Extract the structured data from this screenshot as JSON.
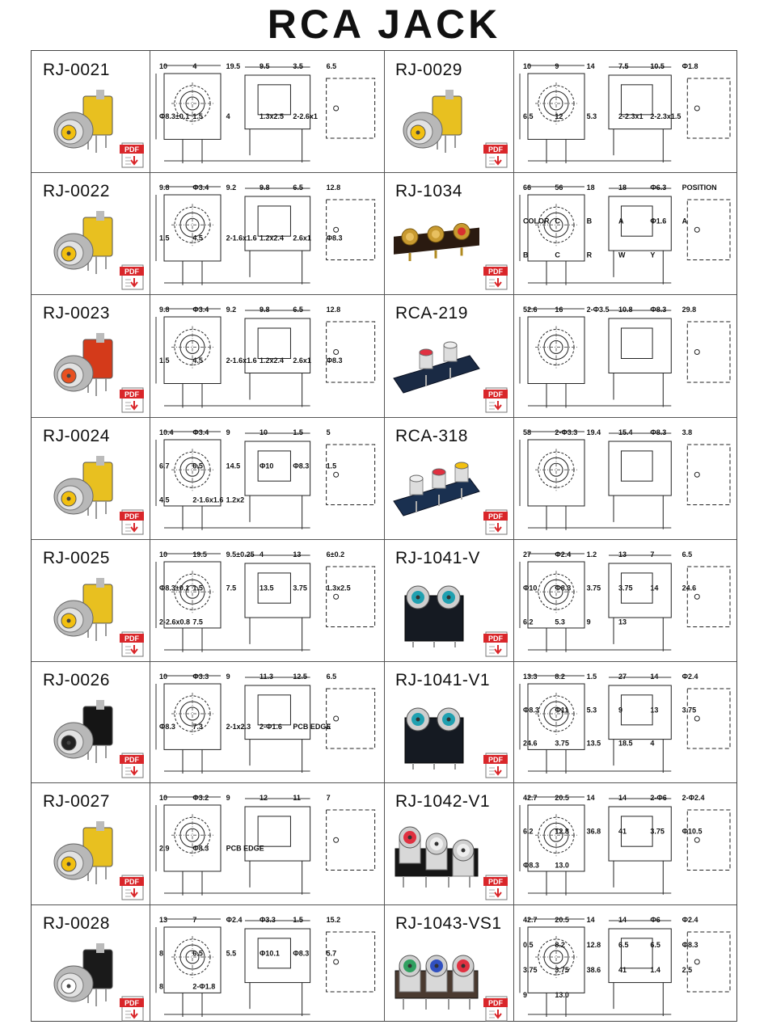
{
  "page": {
    "title": "RCA JACK"
  },
  "pdf_icon": {
    "label": "PDF",
    "color": "#d9262a"
  },
  "products": [
    {
      "model": "RJ-0021",
      "body_color": "#e8c020",
      "insulator_color": "#f2c010",
      "type": "single-pcb"
    },
    {
      "model": "RJ-0029",
      "body_color": "#e8c020",
      "insulator_color": "#f2c010",
      "type": "single-pcb"
    },
    {
      "model": "RJ-0022",
      "body_color": "#e8c020",
      "insulator_color": "#f2c010",
      "type": "single-pcb"
    },
    {
      "model": "RJ-1034",
      "body_color": "#2a1a10",
      "insulator_color": "#c8a030",
      "type": "triple-strip"
    },
    {
      "model": "RJ-0023",
      "body_color": "#d43a1a",
      "insulator_color": "#e85020",
      "type": "single-pcb"
    },
    {
      "model": "RCA-219",
      "body_color": "#1a2a44",
      "insulator_color": "#e03040",
      "type": "dual-plate"
    },
    {
      "model": "RJ-0024",
      "body_color": "#e8c020",
      "insulator_color": "#f2c010",
      "type": "single-pcb"
    },
    {
      "model": "RCA-318",
      "body_color": "#1a3050",
      "insulator_color": "#e03040",
      "type": "triple-plate"
    },
    {
      "model": "RJ-0025",
      "body_color": "#e8c020",
      "insulator_color": "#f2c010",
      "type": "single-pcb"
    },
    {
      "model": "RJ-1041-V",
      "body_color": "#151a22",
      "insulator_color": "#20a0b0",
      "type": "dual-block"
    },
    {
      "model": "RJ-0026",
      "body_color": "#151515",
      "insulator_color": "#222222",
      "type": "single-pcb"
    },
    {
      "model": "RJ-1041-V1",
      "body_color": "#151a22",
      "insulator_color": "#20a0b0",
      "type": "dual-block"
    },
    {
      "model": "RJ-0027",
      "body_color": "#e8c020",
      "insulator_color": "#f2c010",
      "type": "single-pcb"
    },
    {
      "model": "RJ-1042-V1",
      "body_color": "#151515",
      "insulator_color": "#e03040",
      "type": "triple-block"
    },
    {
      "model": "RJ-0028",
      "body_color": "#1a1a1a",
      "insulator_color": "#ffffff",
      "type": "single-pcb"
    },
    {
      "model": "RJ-1043-VS1",
      "body_color": "#4a3a30",
      "insulator_color": "#30a060",
      "type": "triple-block"
    }
  ],
  "drawing_labels": [
    [
      "10",
      "4",
      "19.5",
      "9.5",
      "3.5",
      "6.5",
      "Φ8.3±0.1",
      "1.5",
      "4",
      "1.3x2.5",
      "2-2.6x1"
    ],
    [
      "10",
      "9",
      "14",
      "7.5",
      "10.5",
      "Φ1.8",
      "6.5",
      "12",
      "5.3",
      "2-2.3x1",
      "2-2.3x1.5"
    ],
    [
      "9.8",
      "Φ3.4",
      "9.2",
      "9.8",
      "6.5",
      "12.8",
      "1.5",
      "4.5",
      "2-1.6x1.6",
      "1.2x2.4",
      "2.6x1",
      "Φ8.3"
    ],
    [
      "66",
      "56",
      "18",
      "18",
      "Φ6.3",
      "POSITION",
      "COLOR",
      "C",
      "B",
      "A",
      "Φ1.6",
      "A",
      "B",
      "C",
      "R",
      "W",
      "Y"
    ],
    [
      "9.8",
      "Φ3.4",
      "9.2",
      "9.8",
      "6.5",
      "12.8",
      "1.5",
      "4.5",
      "2-1.6x1.6",
      "1.2x2.4",
      "2.6x1",
      "Φ8.3"
    ],
    [
      "52.6",
      "16",
      "2-Φ3.5",
      "10.8",
      "Φ8.3",
      "29.8"
    ],
    [
      "10.4",
      "Φ3.4",
      "9",
      "10",
      "1.5",
      "5",
      "6.7",
      "6.5",
      "14.5",
      "Φ10",
      "Φ8.3",
      "1.5",
      "4.5",
      "2-1.6x1.6",
      "1.2x2"
    ],
    [
      "58",
      "2-Φ3.3",
      "19.4",
      "15.4",
      "Φ8.3",
      "3.8"
    ],
    [
      "10",
      "19.5",
      "9.5±0.25",
      "4",
      "13",
      "6±0.2",
      "Φ8.3±0.1",
      "1.5",
      "7.5",
      "13.5",
      "3.75",
      "1.3x2.5",
      "2-2.6x0.8",
      "7.5"
    ],
    [
      "27",
      "Φ2.4",
      "1.2",
      "13",
      "7",
      "6.5",
      "Φ10",
      "Φ8.3",
      "3.75",
      "3.75",
      "14",
      "24.6",
      "6.2",
      "5.3",
      "9",
      "13"
    ],
    [
      "10",
      "Φ3.3",
      "9",
      "11.3",
      "12.5",
      "6.5",
      "Φ8.3",
      "7.3",
      "2-1x2.3",
      "2-Φ1.6",
      "PCB EDGE",
      "6"
    ],
    [
      "13.3",
      "8.2",
      "1.5",
      "27",
      "14",
      "Φ2.4",
      "Φ8.3",
      "Φ11",
      "5.3",
      "9",
      "13",
      "3.75",
      "24.6",
      "3.75",
      "13.5",
      "18.5",
      "4"
    ],
    [
      "10",
      "Φ3.2",
      "9",
      "12",
      "11",
      "7",
      "2.9",
      "Φ8.3",
      "PCB EDGE"
    ],
    [
      "42.7",
      "20.5",
      "14",
      "14",
      "2-Φ6",
      "2-Φ2.4",
      "6.2",
      "12.8",
      "36.8",
      "41",
      "3.75",
      "Φ10.5",
      "Φ8.3",
      "13.0"
    ],
    [
      "13",
      "7",
      "Φ2.4",
      "Φ3.3",
      "1.5",
      "15.2",
      "8",
      "6.5",
      "5.5",
      "Φ10.1",
      "Φ8.3",
      "5.7",
      "8",
      "2-Φ1.8"
    ],
    [
      "42.7",
      "20.5",
      "14",
      "14",
      "Φ6",
      "Φ2.4",
      "0.5",
      "8.2",
      "12.8",
      "6.5",
      "6.5",
      "Φ8.3",
      "3.75",
      "3.75",
      "38.6",
      "41",
      "1.4",
      "2.5",
      "9",
      "13.0"
    ]
  ]
}
